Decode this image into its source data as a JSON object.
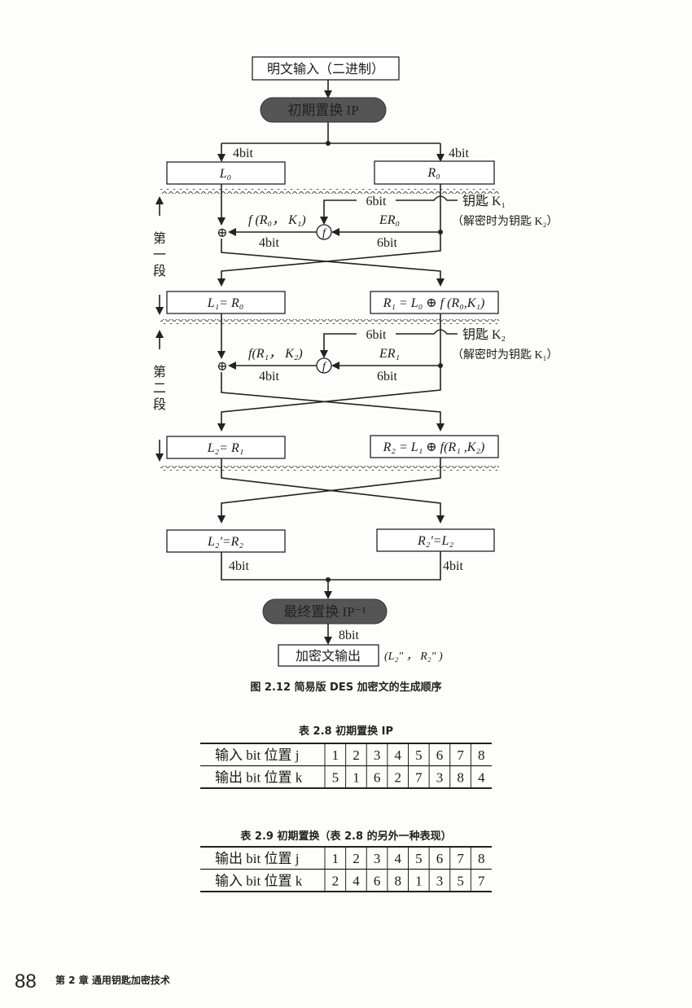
{
  "figure": {
    "input_box": "明文输入（二进制）",
    "initial_perm": "初期置换 IP",
    "split_bits_left": "4bit",
    "split_bits_right": "4bit",
    "L0": "L₀",
    "R0": "R₀",
    "round1": {
      "stage_label": [
        "第",
        "一",
        "段"
      ],
      "key_bits": "6bit",
      "key_label": "钥匙 K₁",
      "key_note": "（解密时为钥匙 K₂）",
      "f_label": "f (R₀， K₁)",
      "f_out_bits": "4bit",
      "er_label": "ER₀",
      "er_bits": "6bit",
      "L_out": "L₁= R₀",
      "R_out": "R₁ = L₀ ⊕ f (R₀,K₁)"
    },
    "round2": {
      "stage_label": [
        "第",
        "二",
        "段"
      ],
      "key_bits": "6bit",
      "key_label": "钥匙 K₂",
      "key_note": "（解密时为钥匙 K₁）",
      "f_label": "f(R₁， K₂)",
      "f_out_bits": "4bit",
      "er_label": "ER₁",
      "er_bits": "6bit",
      "L_out": "L₂= R₁",
      "R_out": "R₂ = L₁ ⊕ f(R₁ ,K₂)"
    },
    "swap_left": "L₂'=R₂",
    "swap_right": "R₂'=L₂",
    "merge_bits_left": "4bit",
    "merge_bits_right": "4bit",
    "final_perm": "最终置换 IP⁻¹",
    "output_bits": "8bit",
    "output_box": "加密文输出",
    "output_note": "(L₂\" ， R₂\" )",
    "f_symbol": "f",
    "xor_symbol": "⊕",
    "caption": "图 2.12   简易版 DES 加密文的生成顺序"
  },
  "table_2_8": {
    "caption": "表 2.8   初期置换 IP",
    "rows": [
      {
        "label": "输入 bit 位置 j",
        "values": [
          "1",
          "2",
          "3",
          "4",
          "5",
          "6",
          "7",
          "8"
        ]
      },
      {
        "label": "输出 bit 位置 k",
        "values": [
          "5",
          "1",
          "6",
          "2",
          "7",
          "3",
          "8",
          "4"
        ]
      }
    ]
  },
  "table_2_9": {
    "caption": "表 2.9   初期置换（表 2.8 的另外一种表现）",
    "rows": [
      {
        "label": "输出 bit 位置 j",
        "values": [
          "1",
          "2",
          "3",
          "4",
          "5",
          "6",
          "7",
          "8"
        ]
      },
      {
        "label": "输入 bit 位置 k",
        "values": [
          "2",
          "4",
          "6",
          "8",
          "1",
          "3",
          "5",
          "7"
        ]
      }
    ]
  },
  "footer": {
    "page_number": "88",
    "chapter": "第 2 章   通用钥匙加密技术"
  }
}
